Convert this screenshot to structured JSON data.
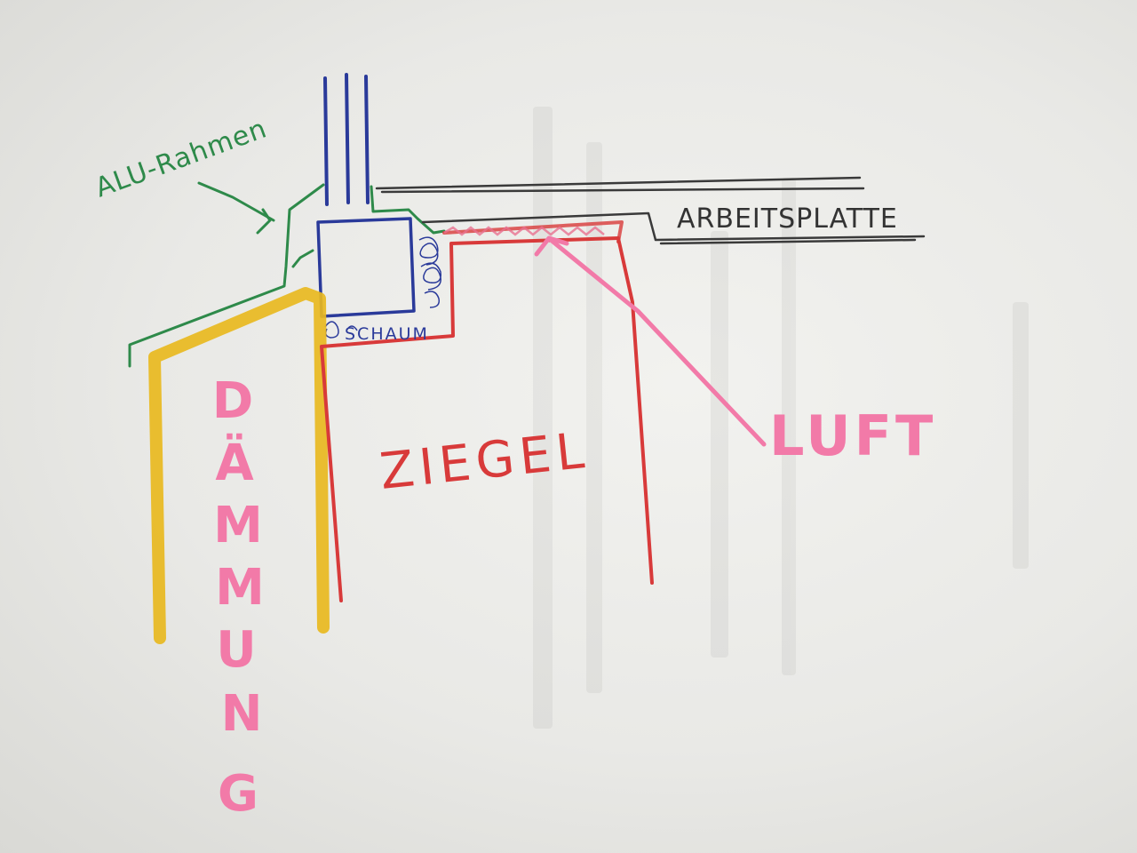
{
  "labels": {
    "alu_rahmen": "ALU-Rahmen",
    "arbeitsplatte": "ARBEITSPLATTE",
    "schaum": "SCHAUM",
    "ziegel": "ZIEGEL",
    "luft": "LUFT",
    "daemmung_letters": [
      "D",
      "Ä",
      "M",
      "M",
      "U",
      "N",
      "G"
    ]
  },
  "colors": {
    "window_glass": "#2a3a9a",
    "alu_frame": "#2e8a4a",
    "countertop": "#3a3a3a",
    "insulation": "#e8b820",
    "brick": "#d83a3a",
    "air_label": "#f27aa8",
    "daemmung_label": "#f27aa8",
    "paper": "#eeeeeb"
  }
}
